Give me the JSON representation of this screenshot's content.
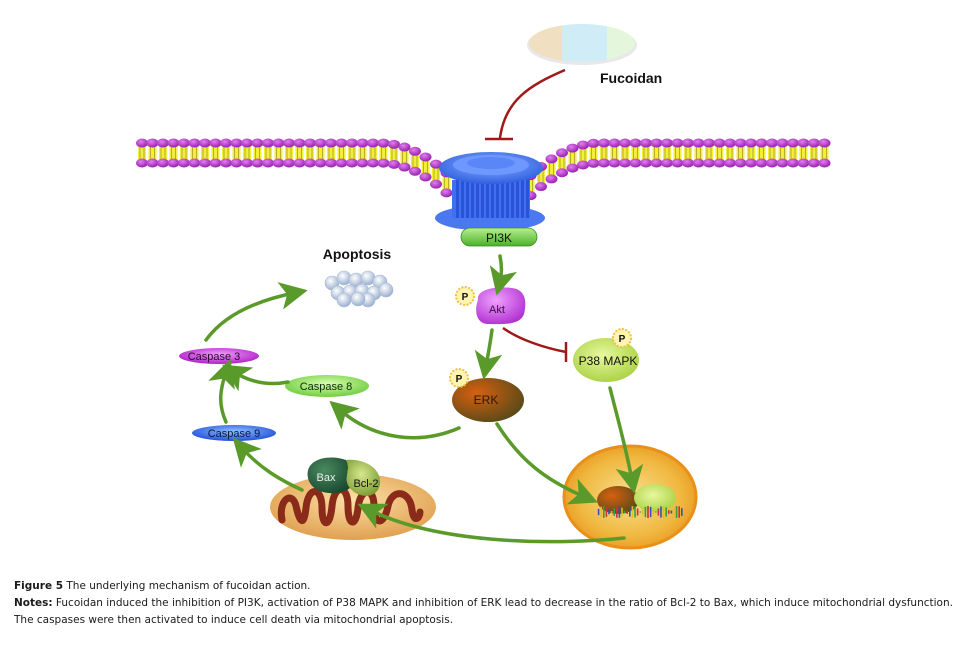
{
  "diagram": {
    "labels": {
      "fucoidan": "Fucoidan",
      "pi3k": "PI3K",
      "apoptosis": "Apoptosis",
      "akt": "Akt",
      "erk": "ERK",
      "p38": "P38 MAPK",
      "caspase3": "Caspase 3",
      "caspase8": "Caspase 8",
      "caspase9": "Caspase 9",
      "bax": "Bax",
      "bcl2": "Bcl-2",
      "phospho": "P"
    },
    "colors": {
      "activation_arrow": "#5a9a2a",
      "inhibition_line": "#a01818",
      "membrane_head": "#b02fc0",
      "membrane_tail": "#f2ee3a",
      "receptor": "#4f7ef0",
      "pi3k": "#7ed65a",
      "akt": "#d050e8",
      "erk": "#8a4a14",
      "p38": "#b8e060",
      "caspase3": "#c840d8",
      "caspase8": "#88dd55",
      "caspase9": "#3a6ae8",
      "nucleus": "#f0a830",
      "mitochondrion": "#e8a850"
    }
  },
  "caption": {
    "figure_label": "Figure 5",
    "title": " The underlying mechanism of fucoidan action.",
    "notes_label": "Notes:",
    "notes_text": " Fucoidan induced the inhibition of PI3K, activation of P38 MAPK and inhibition of ERK lead to decrease in the ratio of Bcl-2 to Bax, which induce mitochondrial dysfunction. The caspases were then activated to induce cell death via mitochondrial apoptosis."
  }
}
